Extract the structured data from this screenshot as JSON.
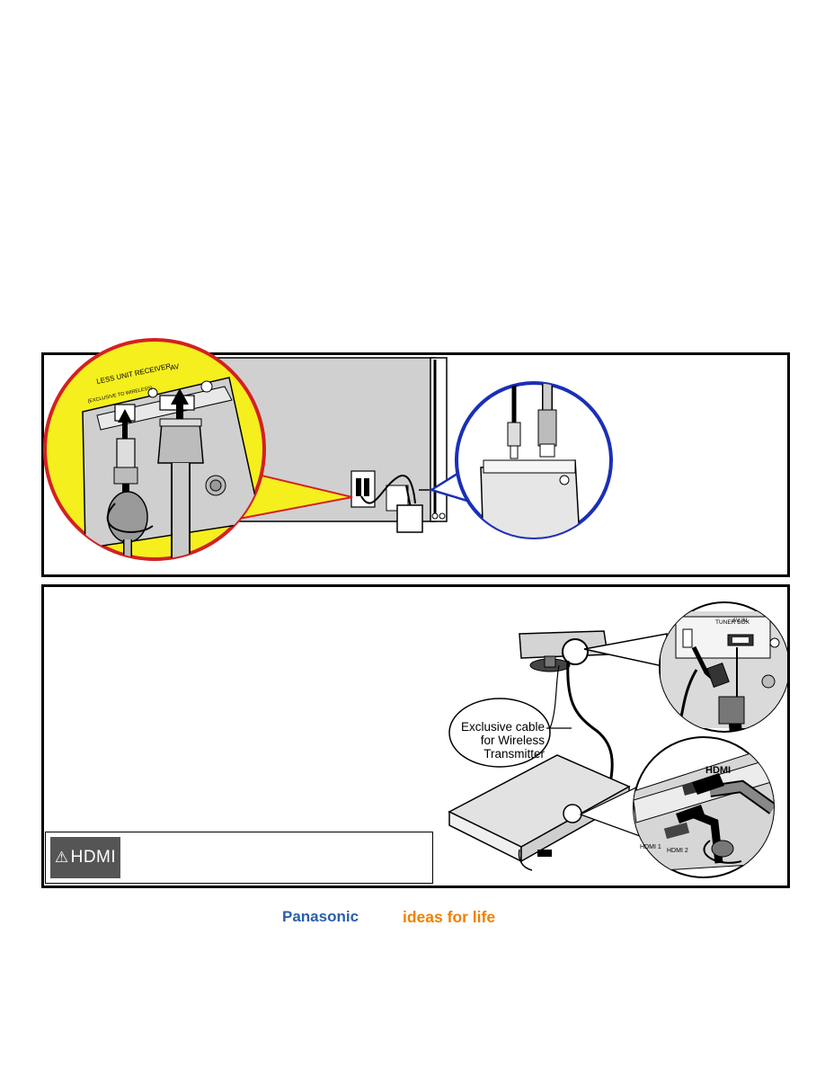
{
  "panel_top": {
    "left_zoom_labels": {
      "receiver_label": "LESS UNIT RECEIVER",
      "receiver_sublabel": "(EXCLUSIVE TO WIRELESS)",
      "av_label": "AV"
    }
  },
  "panel_bottom": {
    "cable_callout": {
      "line1": "Exclusive cable",
      "line2": "for Wireless",
      "line3": "Transmitter"
    },
    "zoom_tuner_labels": {
      "tuner_box": "TUNER BOX",
      "av_in": "AV IN"
    },
    "zoom_player_labels": {
      "hdmi_logo": "HDMI",
      "hdmi1": "HDMI 1",
      "hdmi2": "HDMI 2"
    },
    "hdmi_note": {
      "badge_text": "HDMI",
      "warning_symbol": "⚠"
    }
  },
  "footer": {
    "brand": "Panasonic",
    "tagline": "ideas for life"
  },
  "colors": {
    "zoom_left_border": "#d42020",
    "zoom_left_fill": "#f5ef1e",
    "zoom_right_border": "#1a2fb8",
    "brand_blue": "#2a5eaa",
    "tagline_orange": "#f08000",
    "device_grey": "#d0d0d0"
  }
}
